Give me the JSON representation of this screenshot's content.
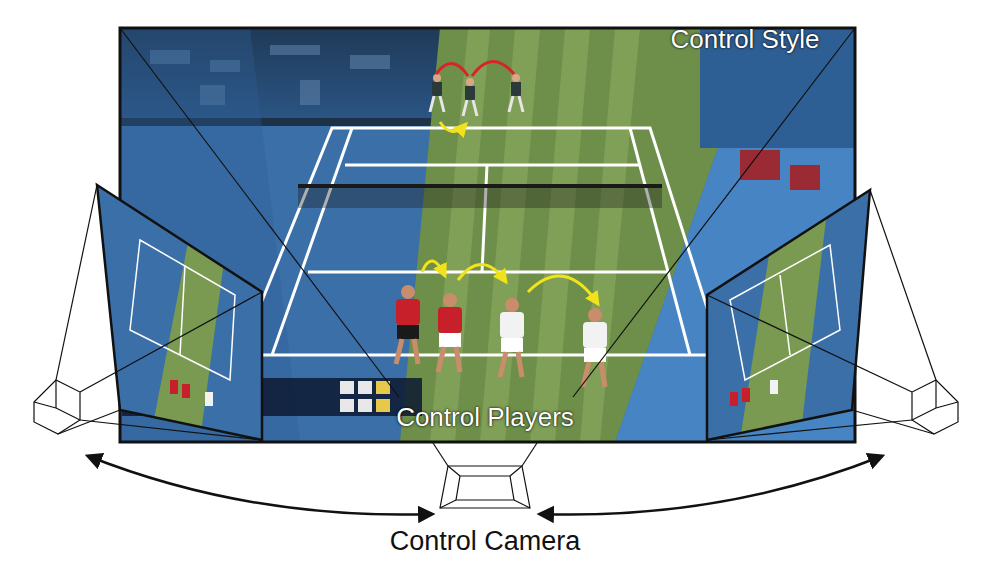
{
  "diagram": {
    "labels": [
      "Control Style",
      "Control Players",
      "Control Camera"
    ]
  }
}
